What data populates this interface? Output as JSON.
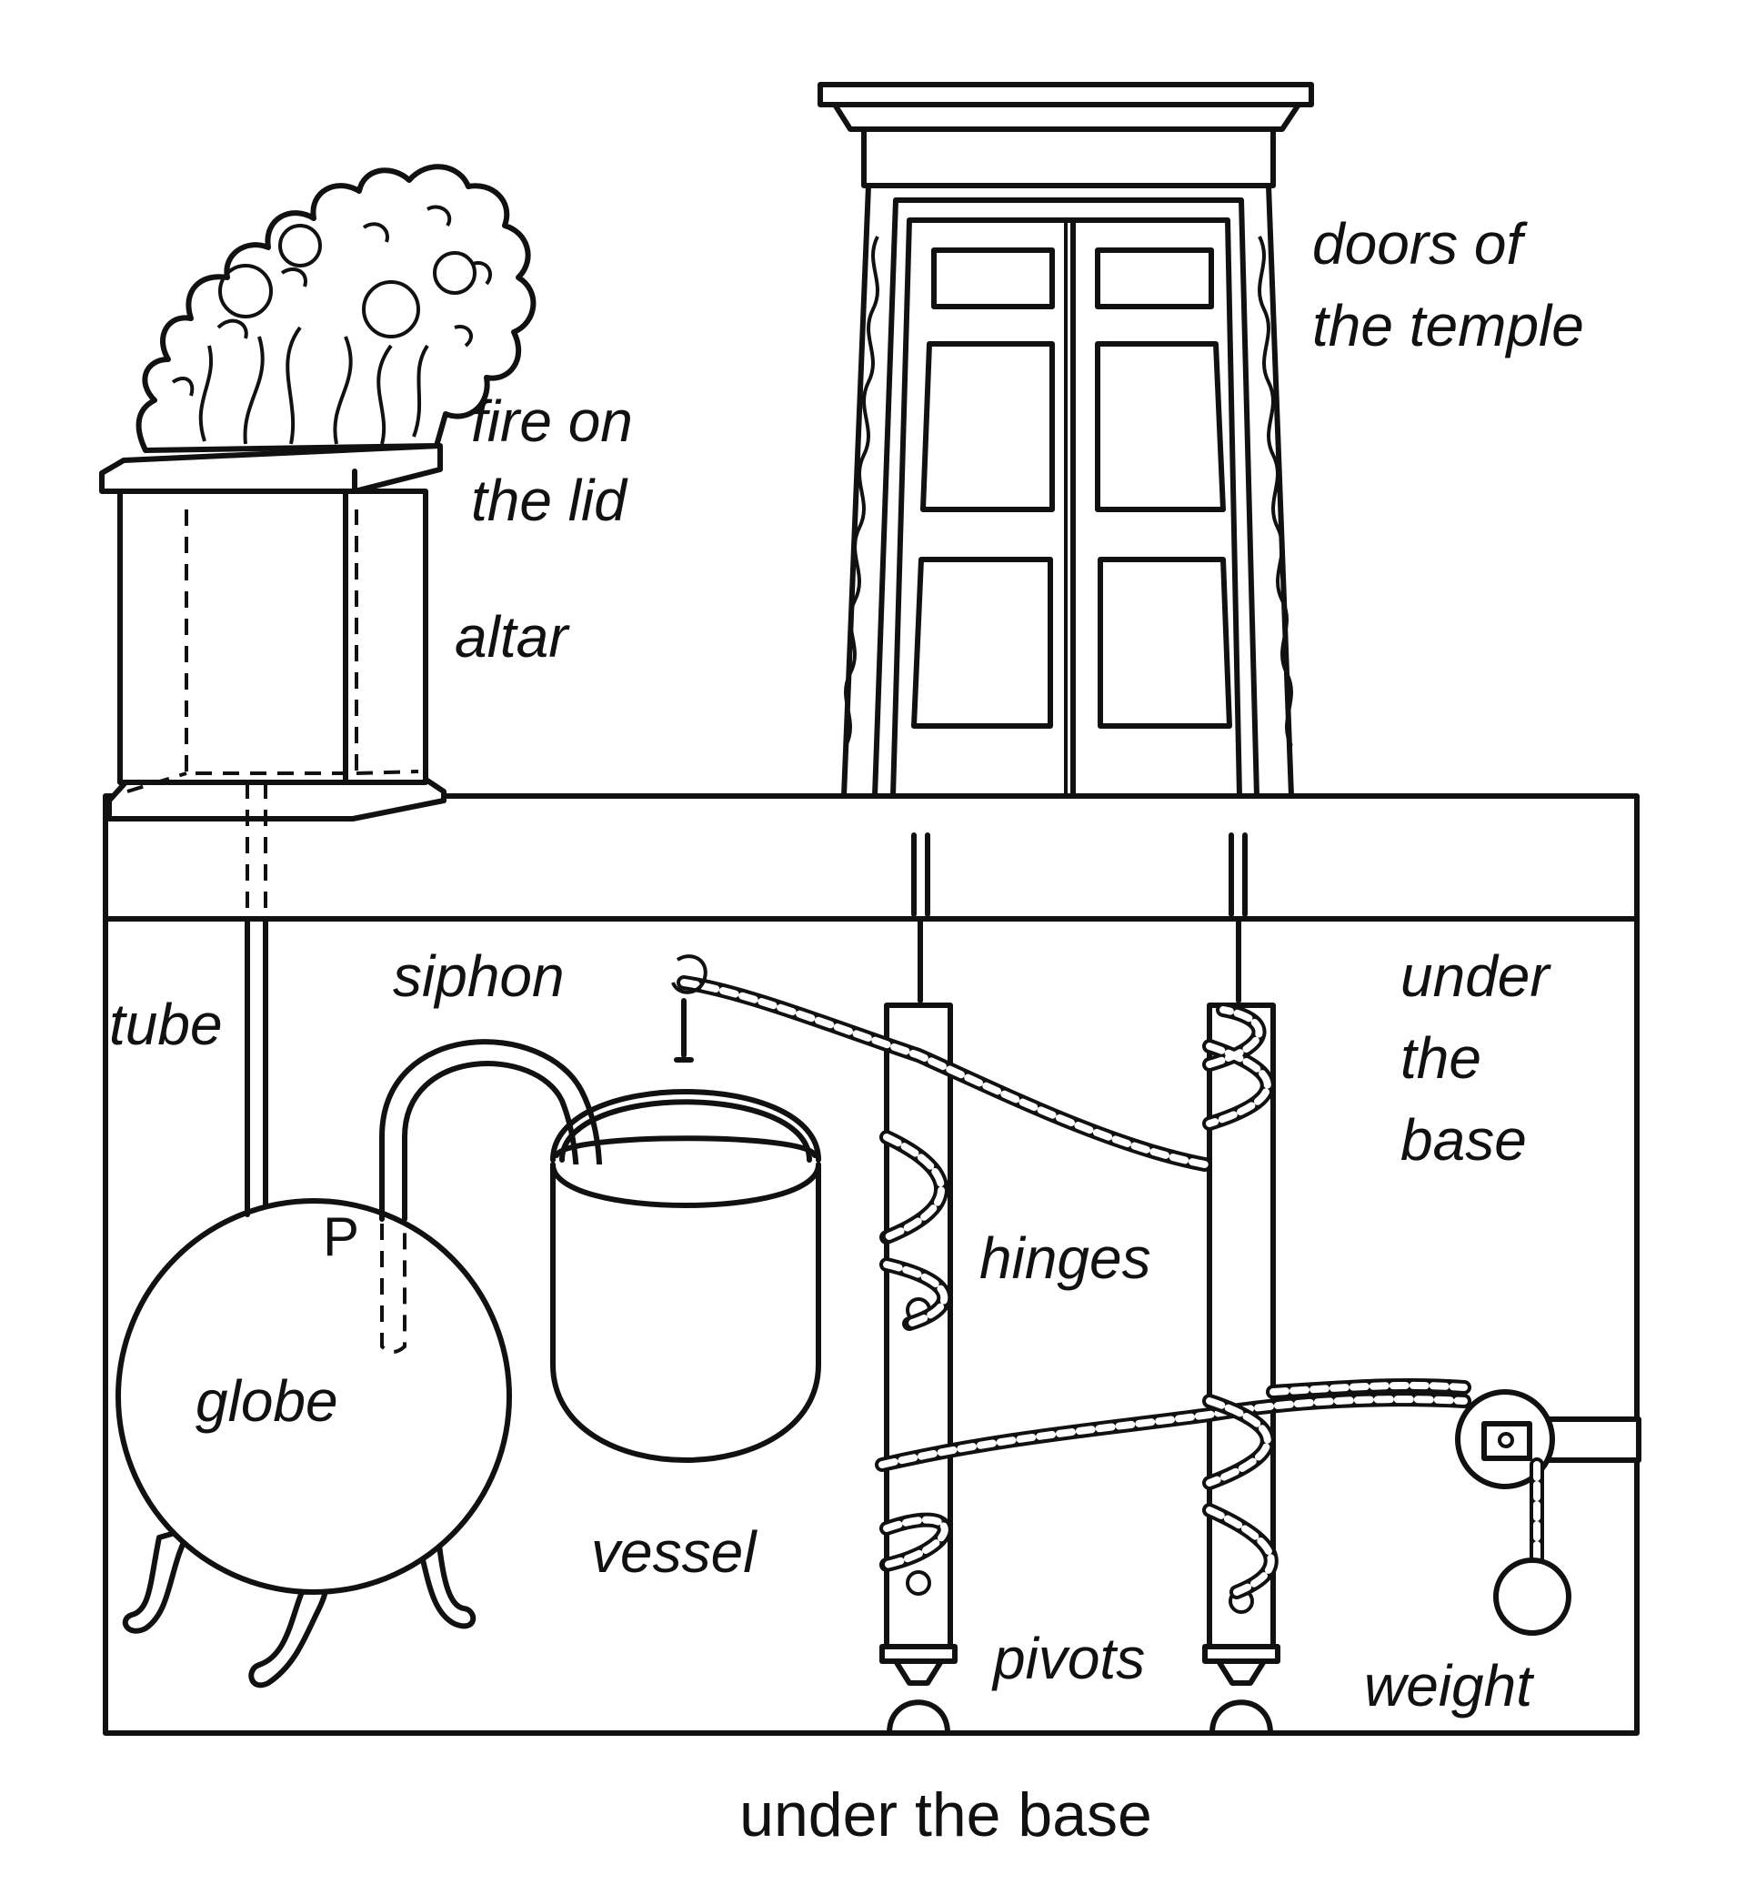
{
  "labels": {
    "fire": [
      "fire on",
      "the lid"
    ],
    "altar": "altar",
    "doors": [
      "doors of",
      "the temple"
    ],
    "tube": "tube",
    "siphon": "siphon",
    "under_base_side": [
      "under",
      "the",
      "base"
    ],
    "point_p": "P",
    "globe": "globe",
    "hinges": "hinges",
    "vessel": "vessel",
    "pivots": "pivots",
    "weight": "weight",
    "caption": "under the base"
  }
}
